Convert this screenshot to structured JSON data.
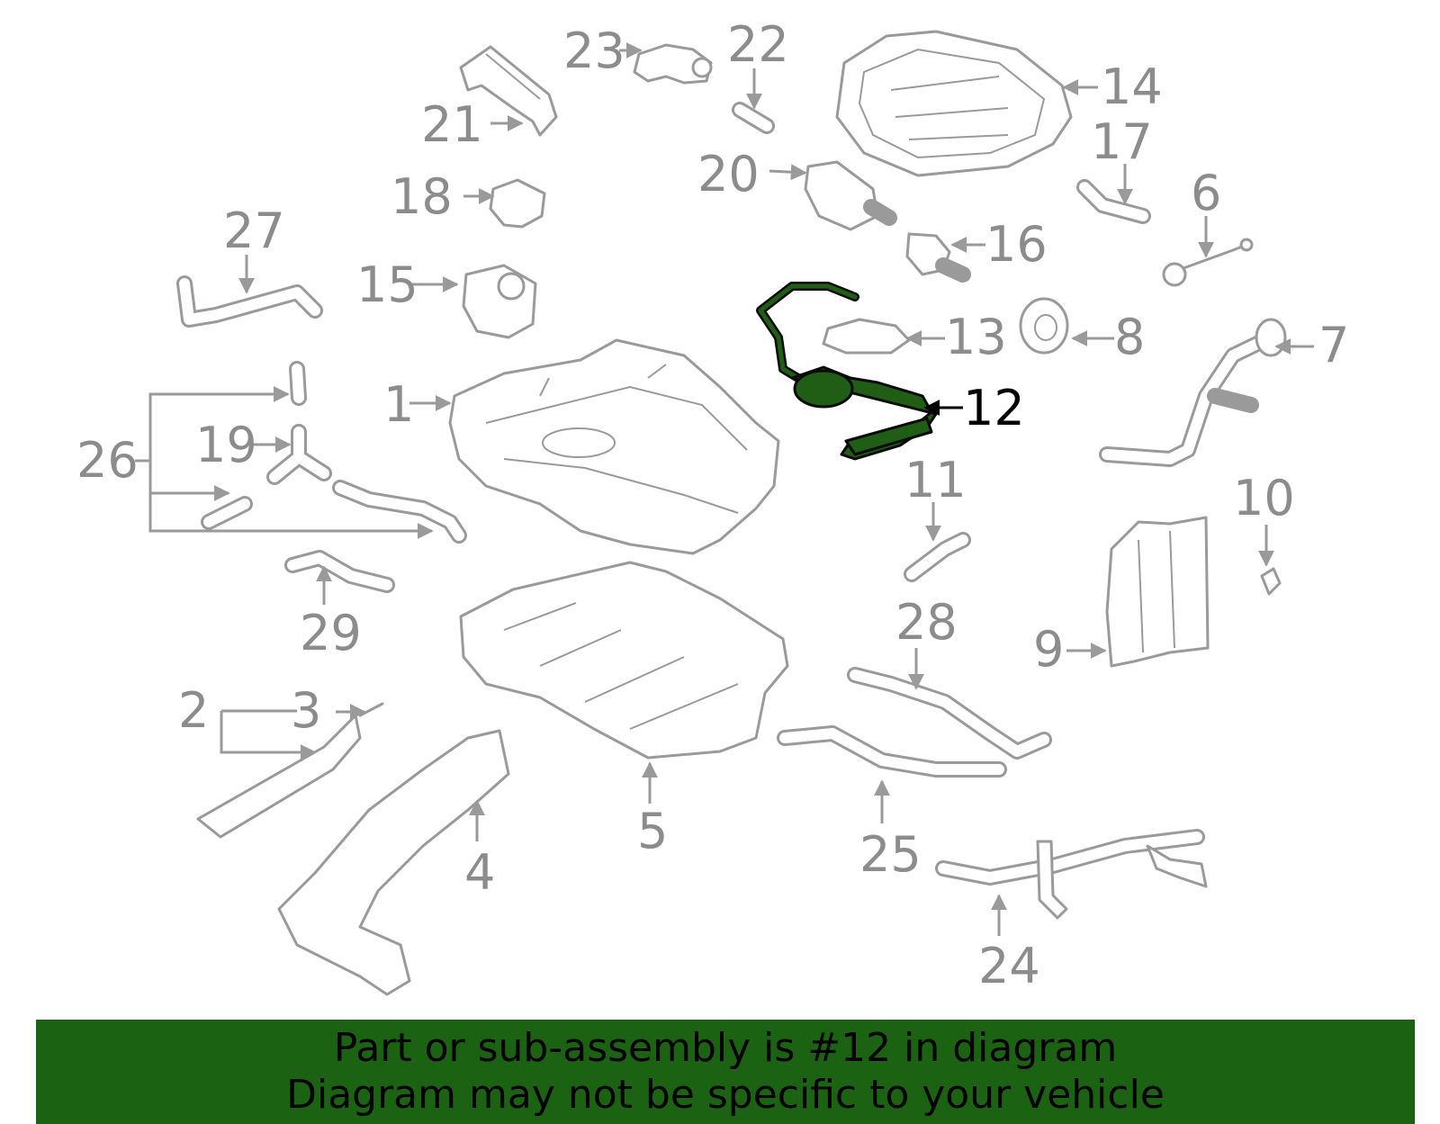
{
  "diagram": {
    "highlight_part": "12",
    "highlight_color": "#1b6312",
    "callouts": {
      "c1": "1",
      "c2": "2",
      "c3": "3",
      "c4": "4",
      "c5": "5",
      "c6": "6",
      "c7": "7",
      "c8": "8",
      "c9": "9",
      "c10": "10",
      "c11": "11",
      "c12": "12",
      "c13": "13",
      "c14": "14",
      "c15": "15",
      "c16": "16",
      "c17": "17",
      "c18": "18",
      "c19": "19",
      "c20": "20",
      "c21": "21",
      "c22": "22",
      "c23": "23",
      "c24": "24",
      "c25": "25",
      "c26": "26",
      "c27": "27",
      "c28": "28",
      "c29": "29"
    }
  },
  "banner": {
    "line1": "Part or sub-assembly is #12 in diagram",
    "line2": "Diagram may not be specific to your vehicle",
    "background": "#1b6312"
  }
}
